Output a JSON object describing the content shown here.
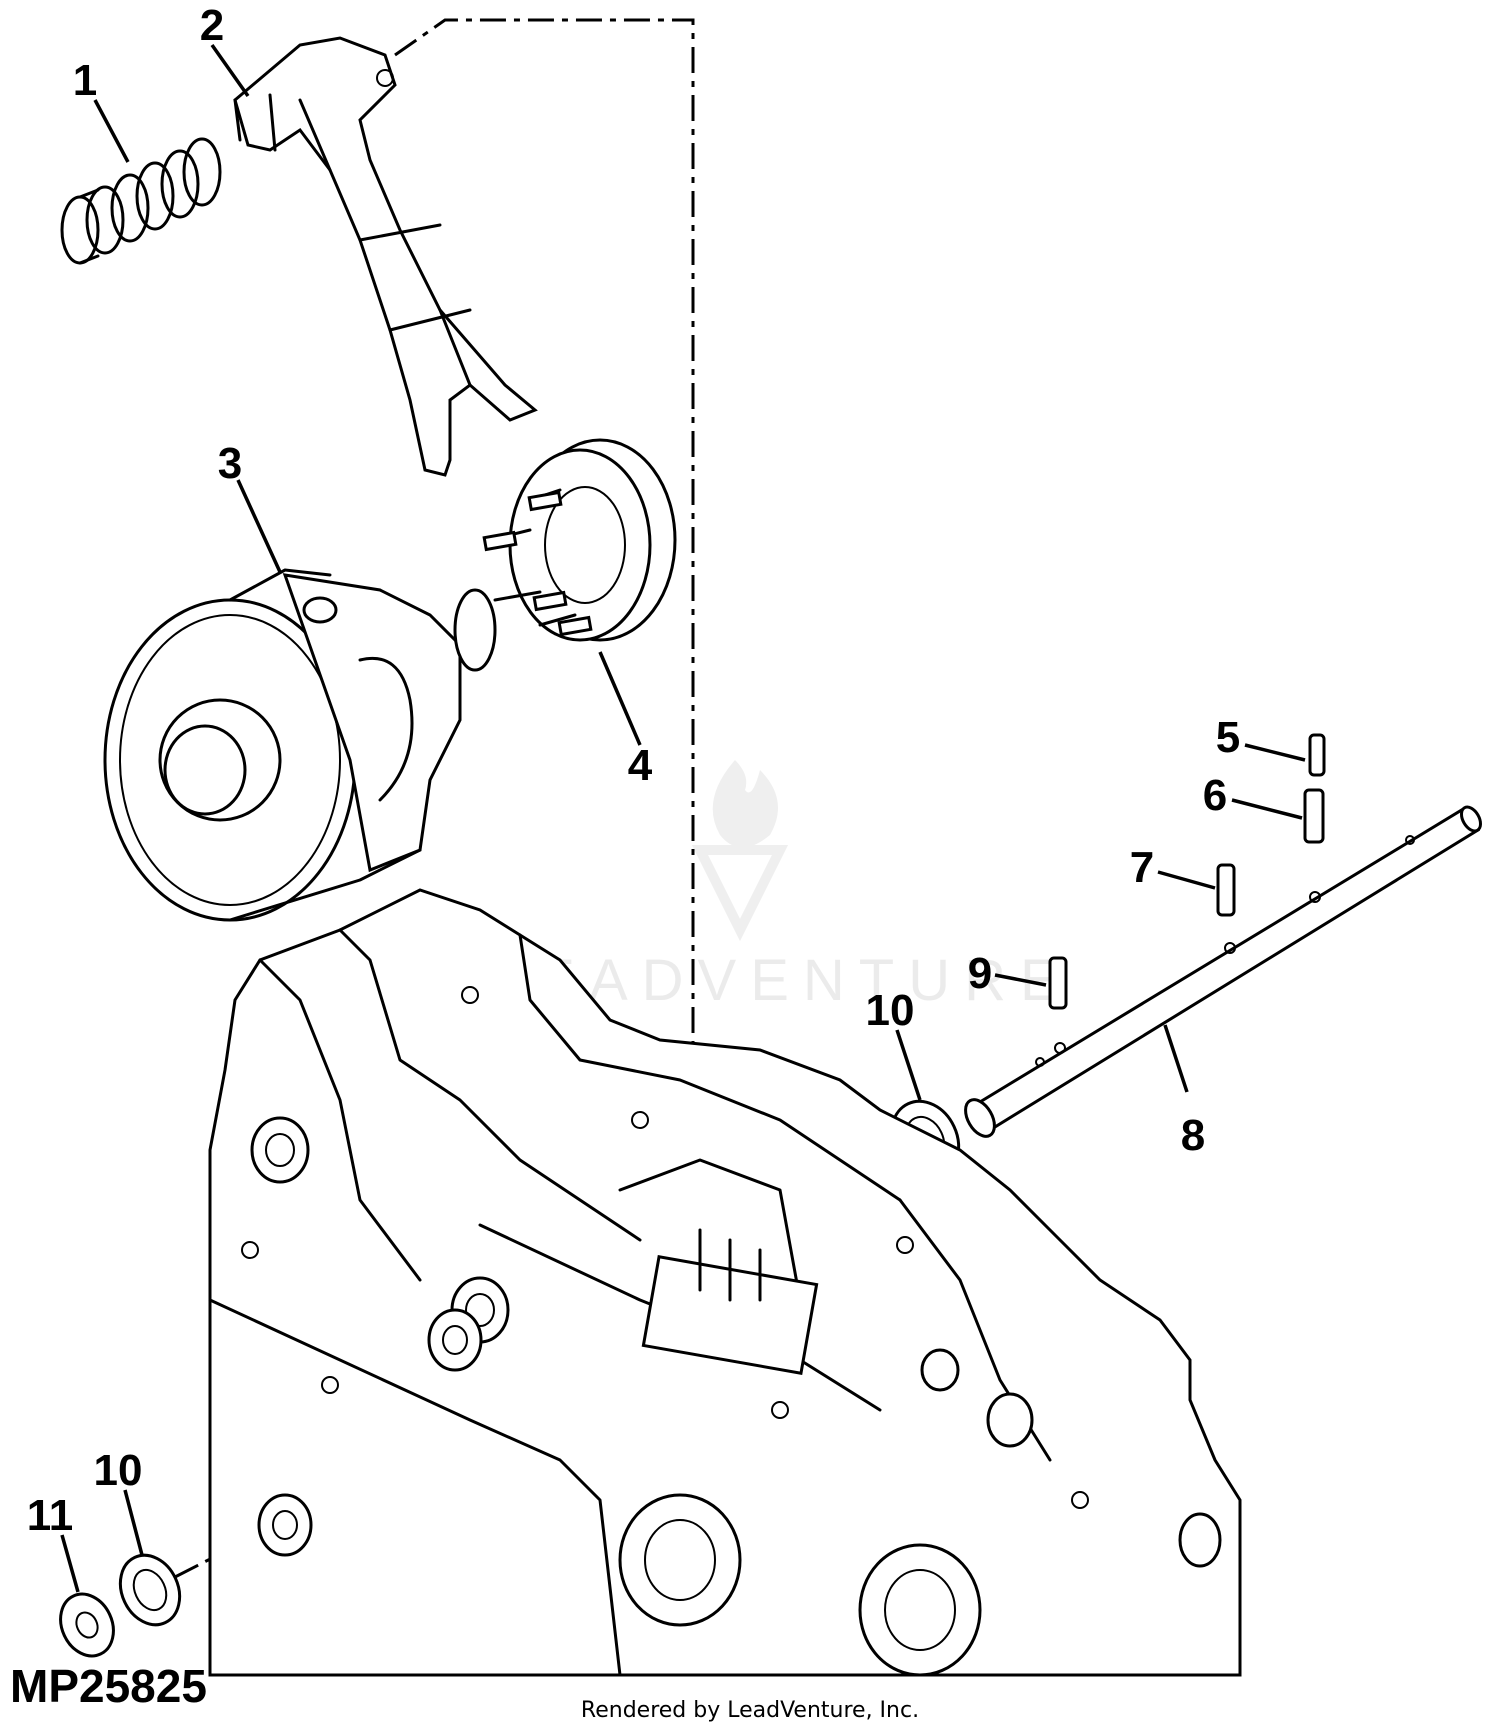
{
  "diagram": {
    "figure_id": "MP25825",
    "footer_text": "Rendered by LeadVenture, Inc.",
    "watermark_text": "LEADVENTURE",
    "callouts": [
      "1",
      "2",
      "3",
      "4",
      "5",
      "6",
      "7",
      "8",
      "9",
      "10",
      "10",
      "11"
    ]
  }
}
